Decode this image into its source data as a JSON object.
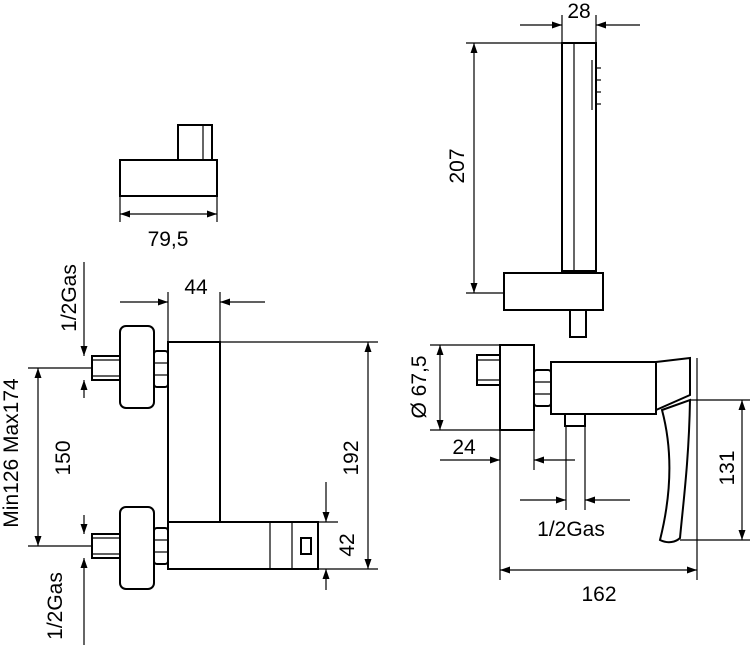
{
  "dimensions": {
    "top_width": "28",
    "handshower_length": "207",
    "bracket_width": "79,5",
    "front_offset": "44",
    "inlet_gas_top": "1/2Gas",
    "inlet_gas_bottom": "1/2Gas",
    "center_distance_range": "Min126 Max174",
    "center_distance": "150",
    "total_height": "192",
    "outlet_height": "42",
    "rosette_diameter": "Ø 67,5",
    "wall_offset": "24",
    "outlet_gas": "1/2Gas",
    "handle_height": "131",
    "total_depth": "162"
  }
}
